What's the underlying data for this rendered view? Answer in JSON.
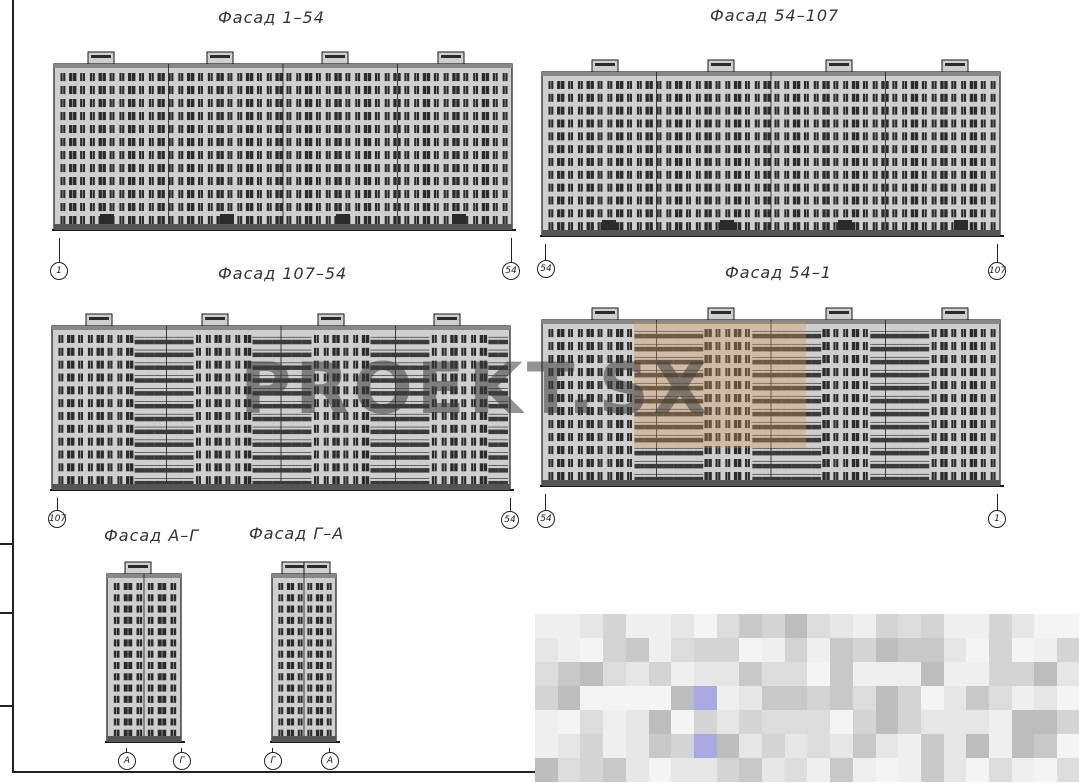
{
  "facades": {
    "f1": {
      "title": "Фасад 1–54",
      "axis_left": "1",
      "axis_right": "54"
    },
    "f2": {
      "title": "Фасад 54–107",
      "axis_left": "54",
      "axis_right": "107"
    },
    "f3": {
      "title": "Фасад 107–54",
      "axis_left": "107",
      "axis_right": "54"
    },
    "f4": {
      "title": "Фасад 54–1",
      "axis_left": "54",
      "axis_right": "1"
    },
    "f5": {
      "title": "Фасад А–Г",
      "axis_left": "А",
      "axis_right": "Г"
    },
    "f6": {
      "title": "Фасад Г–А",
      "axis_left": "Г",
      "axis_right": "А"
    }
  },
  "watermark": "PROEKT.SX",
  "colors": {
    "wall": "#cfcfcf",
    "window": "#2b2b2b",
    "outline": "#1a1a1a",
    "balcony": "#3a3a3a",
    "highlight": "#d2965a"
  }
}
